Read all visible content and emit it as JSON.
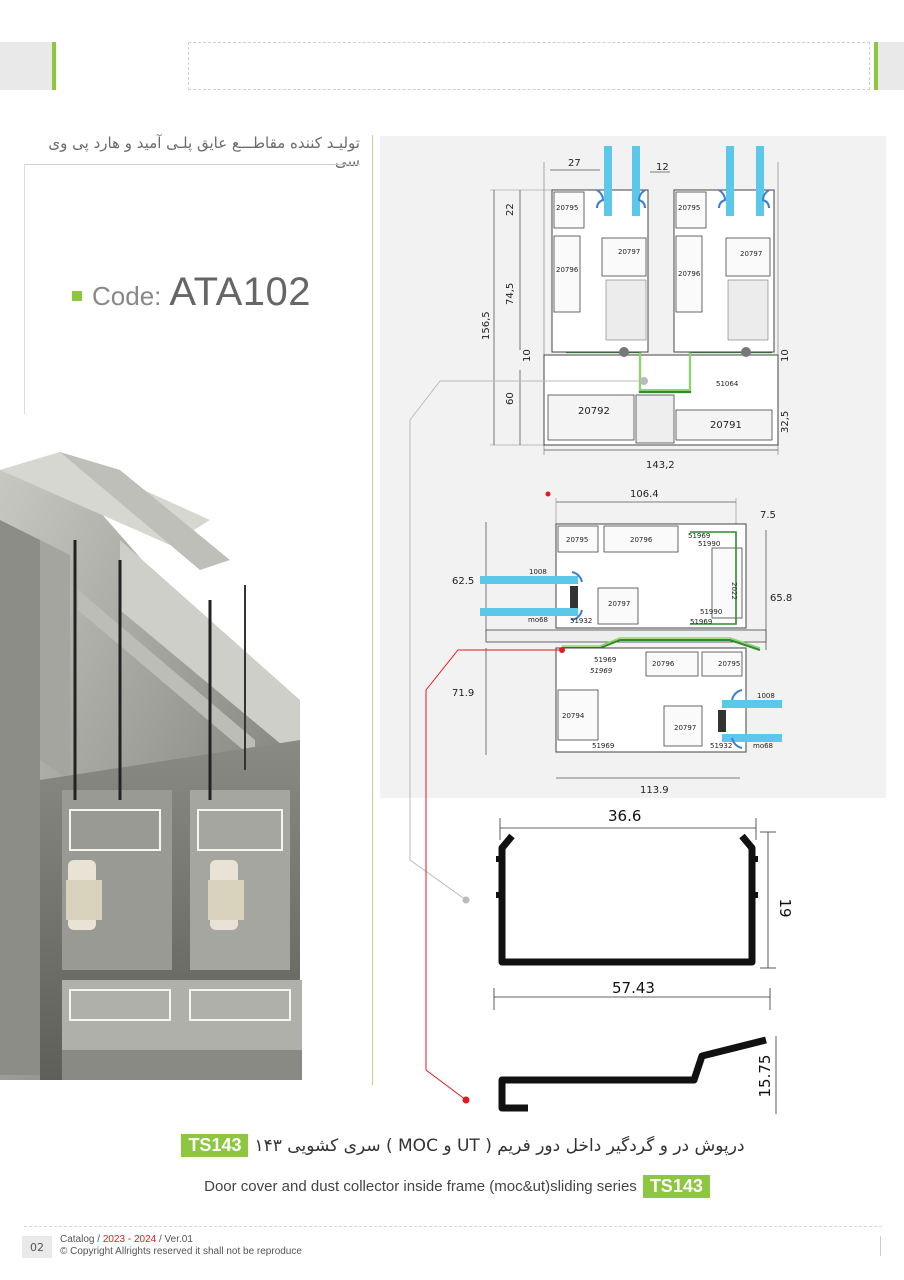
{
  "header": {
    "company_fa": "تولیـد کننده مقاطـــع عایق پلـی آمید و هارد پی وی سی"
  },
  "code": {
    "label": "Code:",
    "value": "ATA102"
  },
  "drawing_top": {
    "dims": [
      "27",
      "12",
      "22",
      "74,5",
      "156,5",
      "10",
      "60",
      "10",
      "32,5",
      "143,2"
    ],
    "parts": [
      "20795",
      "20797",
      "20796",
      "20795",
      "20797",
      "20796",
      "51064",
      "20792",
      "20791"
    ]
  },
  "drawing_mid": {
    "dims": [
      "106.4",
      "7.5",
      "62.5",
      "65.8",
      "71.9",
      "113.9"
    ],
    "parts": [
      "20795",
      "20796",
      "51969",
      "51990",
      "1008",
      "2022",
      "20797",
      "51990",
      "51969",
      "mo68",
      "51932",
      "51969",
      "51969",
      "20796",
      "20795",
      "1008",
      "20794",
      "20797",
      "51969",
      "51932",
      "mo68"
    ]
  },
  "profile1": {
    "width": "36.6",
    "height": "19"
  },
  "profile2": {
    "width": "57.43",
    "height": "15.75"
  },
  "caption": {
    "fa_text": "درپوش در و گردگیر داخل دور فریم ( UT و MOC ) سری کشویی ۱۴۳",
    "badge": "TS143",
    "en_text": "Door cover and dust collector inside frame (moc&ut)sliding series"
  },
  "footer": {
    "page": "02",
    "catalog_prefix": "Catalog / ",
    "years": "2023 - 2024",
    "version": " / Ver.01",
    "copyright": "© Copyright Allrights reserved it shall not be reproduce"
  },
  "colors": {
    "accent": "#8dc63f",
    "red": "#e11b22",
    "glass": "#5bc8ea",
    "gasket": "#3f7fd0",
    "profile_green": "#6cc04a"
  }
}
